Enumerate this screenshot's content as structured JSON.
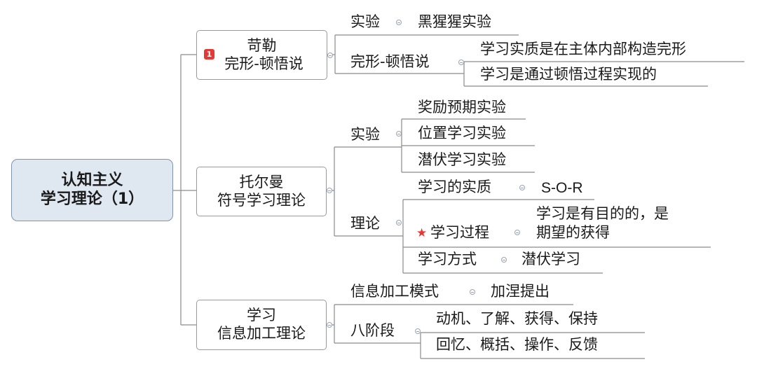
{
  "root": {
    "line1": "认知主义",
    "line2": "学习理论（1）"
  },
  "branch1": {
    "line1": "苛勒",
    "line2": "完形-顿悟说",
    "badge": "1",
    "experiment": {
      "label": "实验",
      "value": "黑猩猩实验"
    },
    "theory": {
      "label": "完形-顿悟说",
      "items": [
        "学习实质是在主体内部构造完形",
        "学习是通过顿悟过程实现的"
      ]
    }
  },
  "branch2": {
    "line1": "托尔曼",
    "line2": "符号学习理论",
    "experiment": {
      "label": "实验",
      "items": [
        "奖励预期实验",
        "位置学习实验",
        "潜伏学习实验"
      ]
    },
    "theory": {
      "label": "理论",
      "essence": {
        "label": "学习的实质",
        "value": "S-O-R"
      },
      "process": {
        "label": "学习过程",
        "line1": "学习是有目的的，是",
        "line2": "期望的获得"
      },
      "mode": {
        "label": "学习方式",
        "value": "潜伏学习"
      }
    }
  },
  "branch3": {
    "line1": "学习",
    "line2": "信息加工理论",
    "model": {
      "label": "信息加工模式",
      "value": "加涅提出"
    },
    "stages": {
      "label": "八阶段",
      "items": [
        "动机、了解、获得、保持",
        "回忆、概括、操作、反馈"
      ]
    }
  },
  "colors": {
    "connector": "#8a8a8a",
    "root_fill": "#dfe7f1",
    "root_border": "#7f95ad",
    "badge": "#e53935",
    "star": "#e53935"
  }
}
